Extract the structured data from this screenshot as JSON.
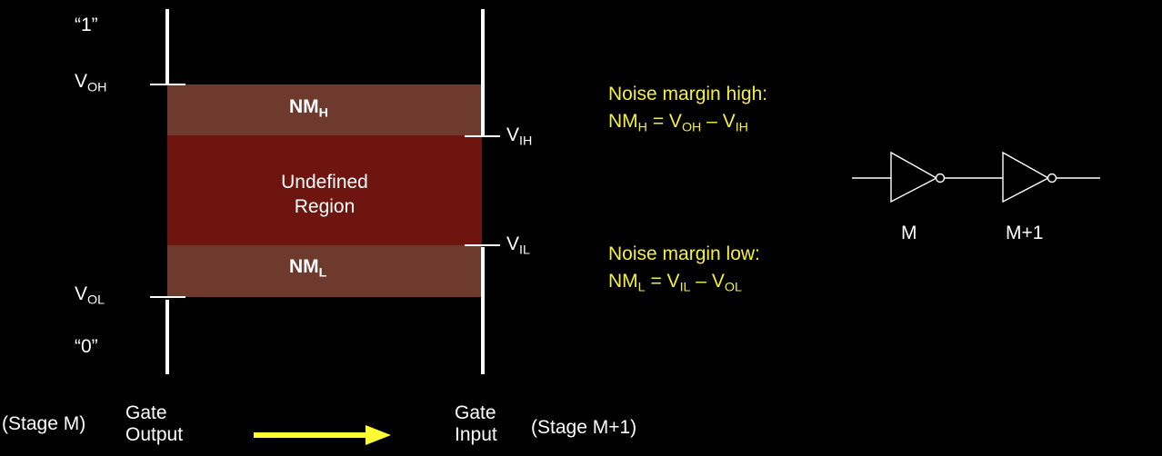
{
  "colors": {
    "background": "#000000",
    "noise_margin_band": "#6e3a2e",
    "undefined_region": "#6e150f",
    "lines": "#ffffff",
    "highlight_text": "#f5f03a",
    "arrow": "#ffff33"
  },
  "left_scale": {
    "one_label": "“1”",
    "voh": {
      "main": "V",
      "sub": "OH"
    },
    "vol": {
      "main": "V",
      "sub": "OL"
    },
    "zero_label": "“0”"
  },
  "right_scale": {
    "vih": {
      "main": "V",
      "sub": "IH"
    },
    "vil": {
      "main": "V",
      "sub": "IL"
    }
  },
  "regions": {
    "nmh": {
      "main": "NM",
      "sub": "H"
    },
    "undefined_line1": "Undefined",
    "undefined_line2": "Region",
    "nml": {
      "main": "NM",
      "sub": "L"
    }
  },
  "noise_margin_high": {
    "title": "Noise margin high:",
    "eq_lhs": "NM",
    "eq_lhs_sub": "H",
    "eq_eq": " = ",
    "eq_a": "V",
    "eq_a_sub": "OH",
    "eq_minus": " – ",
    "eq_b": "V",
    "eq_b_sub": "IH"
  },
  "noise_margin_low": {
    "title": "Noise margin low:",
    "eq_lhs": "NM",
    "eq_lhs_sub": "L",
    "eq_eq": " = ",
    "eq_a": "V",
    "eq_a_sub": "IL",
    "eq_minus": " – ",
    "eq_b": "V",
    "eq_b_sub": "OL"
  },
  "inverters": {
    "first_label": "M",
    "second_label": "M+1"
  },
  "bottom": {
    "stage_m": "(Stage M)",
    "gate_output_line1": "Gate",
    "gate_output_line2": "Output",
    "gate_input_line1": "Gate",
    "gate_input_line2": "Input",
    "stage_m1": "(Stage M+1)"
  }
}
